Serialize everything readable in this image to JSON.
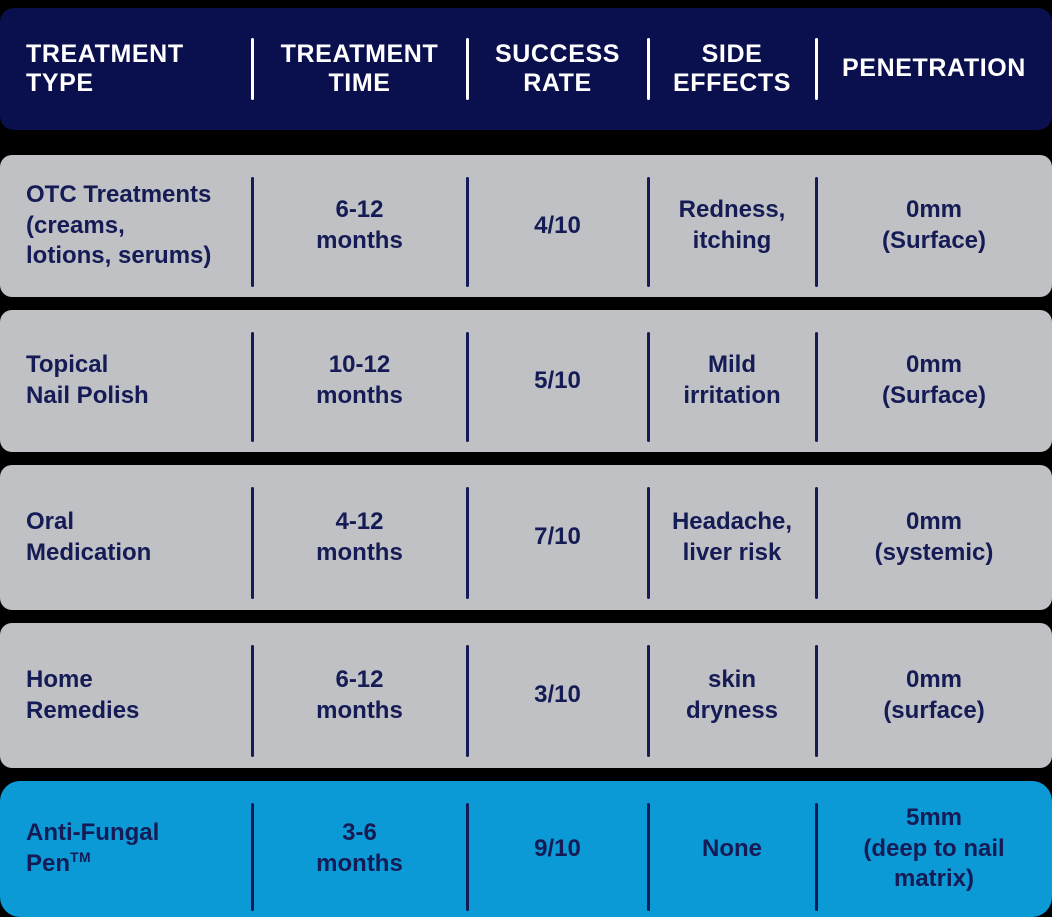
{
  "table": {
    "columns": [
      {
        "id": "treatment-type",
        "label": "TREATMENT\nTYPE",
        "align": "left"
      },
      {
        "id": "treatment-time",
        "label": "TREATMENT\nTIME",
        "align": "center"
      },
      {
        "id": "success-rate",
        "label": "SUCCESS\nRATE",
        "align": "center"
      },
      {
        "id": "side-effects",
        "label": "SIDE\nEFFECTS",
        "align": "center"
      },
      {
        "id": "penetration",
        "label": "PENETRATION",
        "align": "center"
      }
    ],
    "rows": [
      {
        "id": "otc-treatments",
        "highlight": false,
        "treatment_type": "OTC Treatments\n(creams,\nlotions, serums)",
        "treatment_time": "6-12\nmonths",
        "success_rate": "4/10",
        "side_effects": "Redness,\nitching",
        "penetration": "0mm\n(Surface)"
      },
      {
        "id": "topical-nail-polish",
        "highlight": false,
        "treatment_type": "Topical\nNail Polish",
        "treatment_time": "10-12\nmonths",
        "success_rate": "5/10",
        "side_effects": "Mild\nirritation",
        "penetration": "0mm\n(Surface)"
      },
      {
        "id": "oral-medication",
        "highlight": false,
        "treatment_type": "Oral\nMedication",
        "treatment_time": "4-12\nmonths",
        "success_rate": "7/10",
        "side_effects": "Headache,\nliver risk",
        "penetration": "0mm\n(systemic)"
      },
      {
        "id": "home-remedies",
        "highlight": false,
        "treatment_type": "Home\nRemedies",
        "treatment_time": "6-12\nmonths",
        "success_rate": "3/10",
        "side_effects": "skin\ndryness",
        "penetration": "0mm\n(surface)"
      },
      {
        "id": "anti-fungal-pen",
        "highlight": true,
        "treatment_type_main": "Anti-Fungal\nPen",
        "treatment_type_tm": "TM",
        "treatment_time": "3-6\nmonths",
        "success_rate": "9/10",
        "side_effects": "None",
        "penetration": "5mm\n(deep to nail\nmatrix)"
      }
    ]
  },
  "colors": {
    "header_background": "#0a0f4d",
    "row_background": "#bfc1c5",
    "highlight_background": "#0c9ad6",
    "text_navy": "#151b54",
    "text_white": "#ffffff",
    "page_background": "#000000"
  }
}
